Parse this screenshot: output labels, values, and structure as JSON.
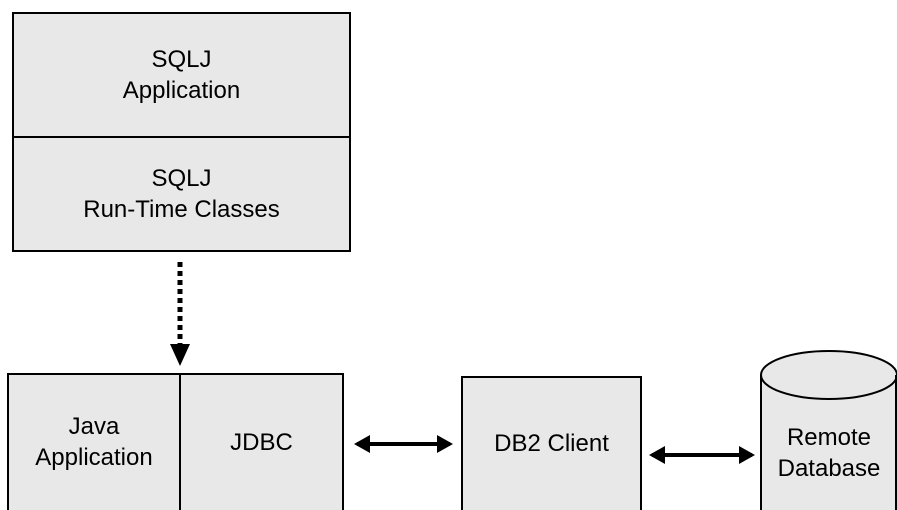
{
  "diagram": {
    "sqlj_application": {
      "line1": "SQLJ",
      "line2": "Application"
    },
    "sqlj_runtime": {
      "line1": "SQLJ",
      "line2": "Run-Time Classes"
    },
    "java_application": {
      "line1": "Java",
      "line2": "Application"
    },
    "jdbc": {
      "label": "JDBC"
    },
    "db2_client": {
      "label": "DB2 Client"
    },
    "remote_database": {
      "line1": "Remote",
      "line2": "Database"
    }
  },
  "colors": {
    "box_fill": "#e8e8e8",
    "stroke": "#000000",
    "background": "#ffffff"
  }
}
